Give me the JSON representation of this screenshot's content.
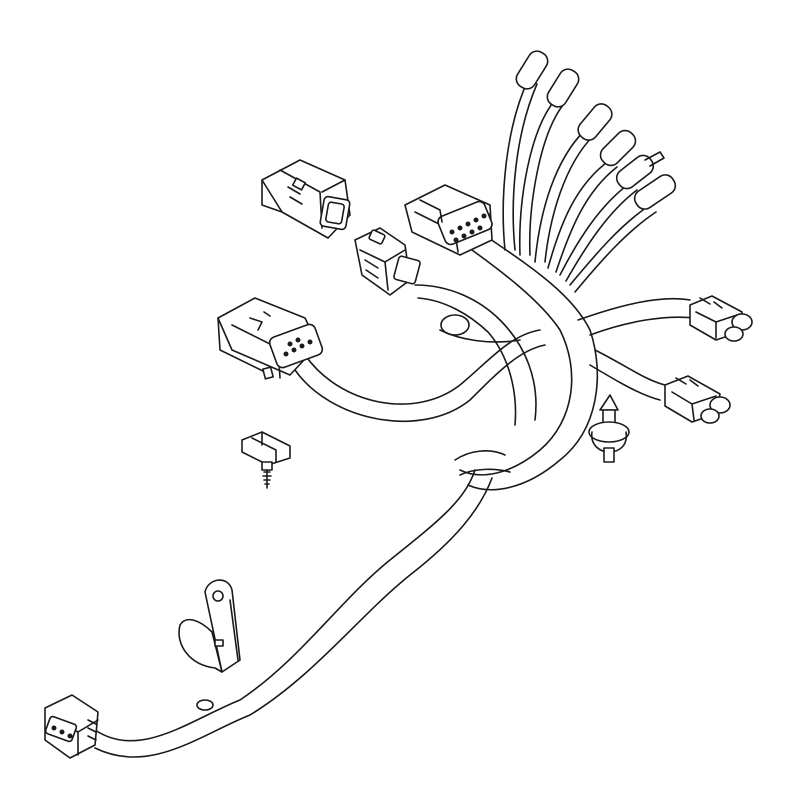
{
  "diagram": {
    "type": "exploded-parts-illustration",
    "background": "#ffffff",
    "line_color": "#1a1a1a",
    "parts": [
      {
        "name": "wire-harness",
        "icon": "harness-icon"
      },
      {
        "name": "sensor-lead-bundle",
        "icon": "sensor-lead-icon",
        "count": 6
      },
      {
        "name": "small-connector-2way",
        "icon": "connector-icon",
        "count": 2
      },
      {
        "name": "large-12pin-connector",
        "icon": "connector-icon"
      },
      {
        "name": "medium-6pin-connector",
        "icon": "connector-icon"
      },
      {
        "name": "mating-plug",
        "icon": "connector-icon"
      },
      {
        "name": "end-connector-3pin",
        "icon": "connector-icon"
      },
      {
        "name": "push-pin-clip",
        "icon": "clip-icon"
      },
      {
        "name": "edge-clip-fastener",
        "icon": "fastener-icon"
      },
      {
        "name": "mounting-bracket",
        "icon": "bracket-icon"
      }
    ]
  }
}
